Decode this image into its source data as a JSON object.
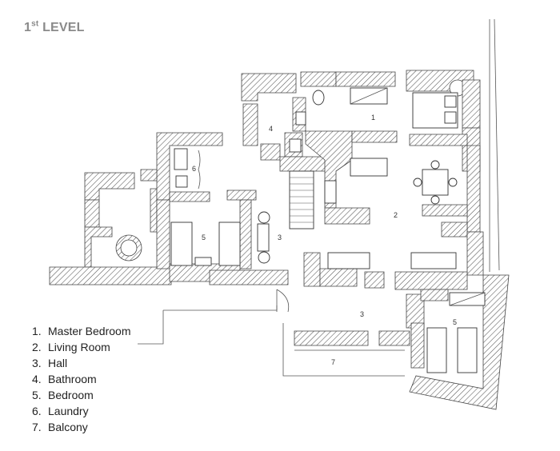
{
  "title": {
    "main": "1",
    "sup": "st",
    "rest": "LEVEL"
  },
  "legend": [
    {
      "num": "1.",
      "label": "Master Bedroom"
    },
    {
      "num": "2.",
      "label": "Living Room"
    },
    {
      "num": "3.",
      "label": "Hall"
    },
    {
      "num": "4.",
      "label": "Bathroom"
    },
    {
      "num": "5.",
      "label": "Bedroom"
    },
    {
      "num": "6.",
      "label": "Laundry"
    },
    {
      "num": "7.",
      "label": "Balcony"
    }
  ],
  "room_labels": {
    "master_bedroom": "1",
    "living_room": "2",
    "hall_upper": "3",
    "hall_lower": "3",
    "bathroom": "4",
    "bedroom_left": "5",
    "bedroom_right": "5",
    "laundry": "6",
    "balcony": "7"
  }
}
